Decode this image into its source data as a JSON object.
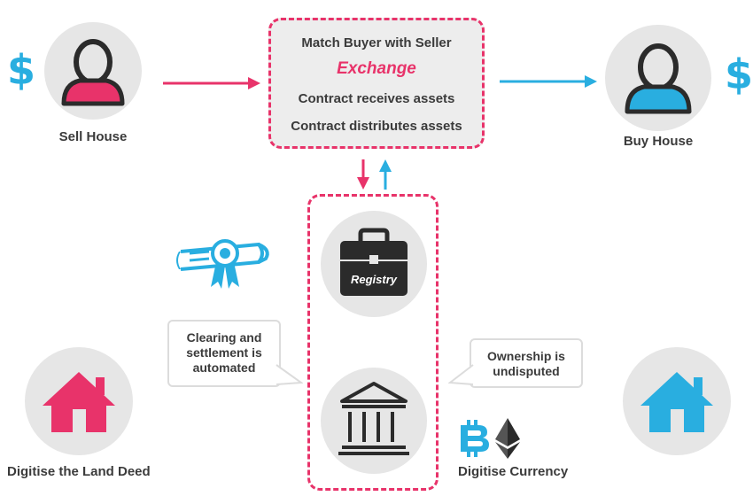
{
  "seller": {
    "label": "Sell House",
    "shirt_color": "#e8336a"
  },
  "buyer": {
    "label": "Buy House",
    "shirt_color": "#29aee0"
  },
  "currency_symbol": "$",
  "exchange": {
    "line1": "Match Buyer with Seller",
    "line2": "Exchange",
    "line3": "Contract receives assets",
    "line4": "Contract distributes assets"
  },
  "registry": {
    "briefcase_label": "Registry"
  },
  "callouts": {
    "clearing": [
      "Clearing and",
      "settlement is",
      "automated"
    ],
    "ownership": [
      "Ownership is",
      "undisputed"
    ]
  },
  "left_house": {
    "label": "Digitise the Land Deed",
    "color": "#e8336a"
  },
  "right_house": {
    "color": "#29aee0"
  },
  "currency_label": "Digitise Currency",
  "colors": {
    "pink": "#e8336a",
    "blue": "#29aee0",
    "dark": "#2b2b2b",
    "grey": "#e6e6e6"
  }
}
